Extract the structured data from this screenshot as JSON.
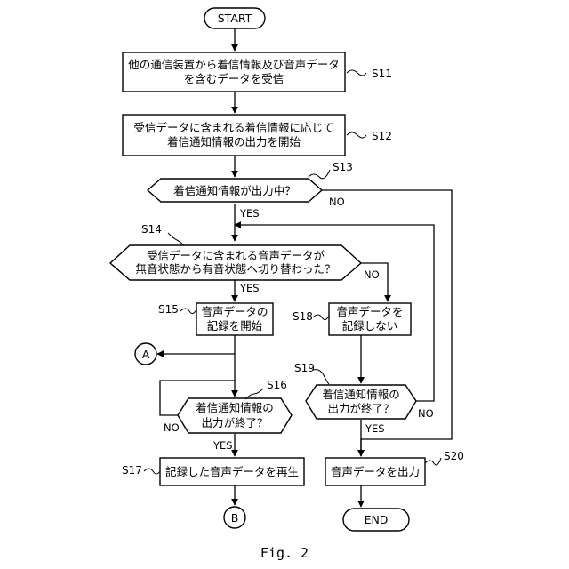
{
  "nodes": {
    "start": "START",
    "s11": [
      "他の通信装置から着信情報及び音声データ",
      "を含むデータを受信"
    ],
    "s12": [
      "受信データに含まれる着信情報に応じて",
      "着信通知情報の出力を開始"
    ],
    "s13": "着信通知情報が出力中？",
    "s14": [
      "受信データに含まれる音声データが",
      "無音状態から有音状態へ切り替わった？"
    ],
    "s15": [
      "音声データの",
      "記録を開始"
    ],
    "s16": [
      "着信通知情報の",
      "出力が終了？"
    ],
    "s17": "記録した音声データを再生",
    "s18": [
      "音声データを",
      "記録しない"
    ],
    "s19": [
      "着信通知情報の",
      "出力が終了？"
    ],
    "s20": "音声データを出力",
    "end": "END",
    "connector_a": "A",
    "connector_b": "B"
  },
  "step_labels": {
    "s11": "S11",
    "s12": "S12",
    "s13": "S13",
    "s14": "S14",
    "s15": "S15",
    "s16": "S16",
    "s17": "S17",
    "s18": "S18",
    "s19": "S19",
    "s20": "S20"
  },
  "branch_labels": {
    "s13_yes": "YES",
    "s13_no": "NO",
    "s14_yes": "YES",
    "s14_no": "NO",
    "s16_yes": "YES",
    "s16_no": "NO",
    "s19_yes": "YES",
    "s19_no": "NO"
  },
  "caption": "Fig. 2"
}
